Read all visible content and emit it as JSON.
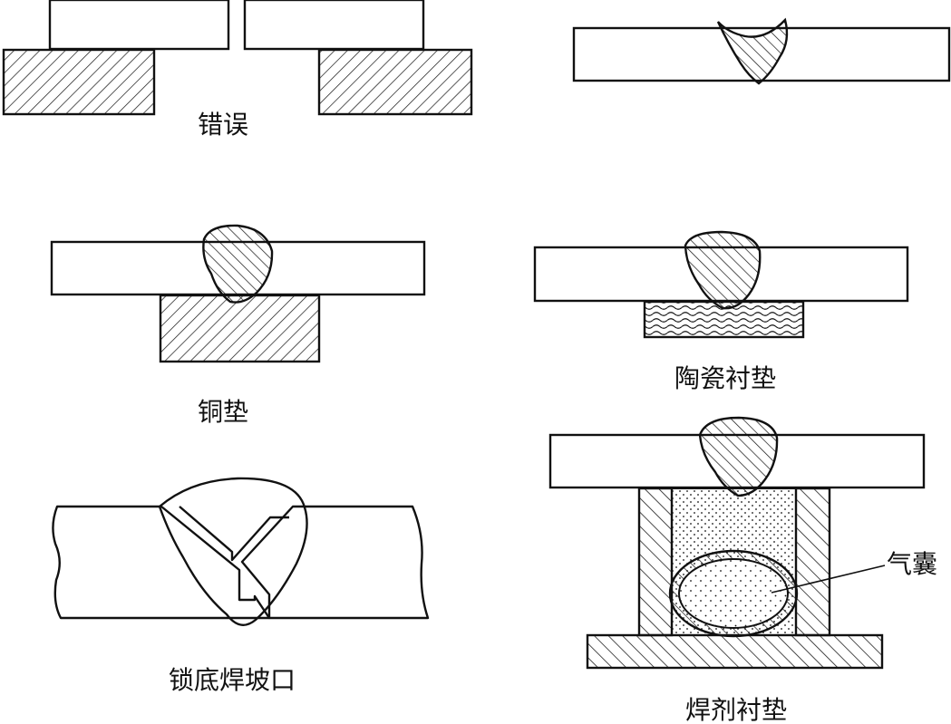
{
  "captions": {
    "misalignment": "错误",
    "copper_backing": "铜垫",
    "ceramic_backing": "陶瓷衬垫",
    "locked_groove": "锁底焊坡口",
    "flux_backing": "焊剂衬垫",
    "air_bag": "气囊"
  },
  "colors": {
    "ink": "#111111",
    "background": "#ffffff"
  }
}
